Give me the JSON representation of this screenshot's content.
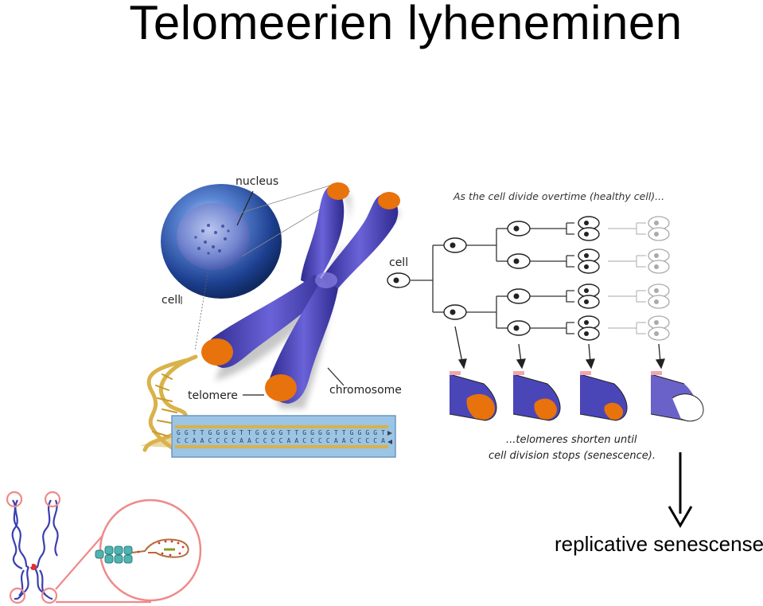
{
  "title": "Telomeerien lyheneminen",
  "diagram": {
    "labels": {
      "nucleus": "nucleus",
      "cell_left": "cell",
      "telomere": "telomere",
      "chromosome": "chromosome",
      "cell_tree": "cell",
      "top_caption": "As the cell divide overtime (healthy cell)...",
      "bottom_caption_line1": "...telomeres shorten until",
      "bottom_caption_line2": "cell division stops (senescence).",
      "dna_top_strand": "G G T T G G G G T T G G G G T T G G G G T T G G G G T",
      "dna_bottom_strand": "C C A A C C C C A A C C C C A A C C C C A A C C C C A"
    },
    "colors": {
      "chromosome": "#4a46b8",
      "telomere_cap": "#e8720c",
      "dna_backbone": "#d9b24a",
      "dna_box": "#9cc4e4",
      "cell_body": "#2c58a8",
      "zoom_circle": "#ef8a8a"
    }
  },
  "bottom_right_label": "replicative senescense"
}
